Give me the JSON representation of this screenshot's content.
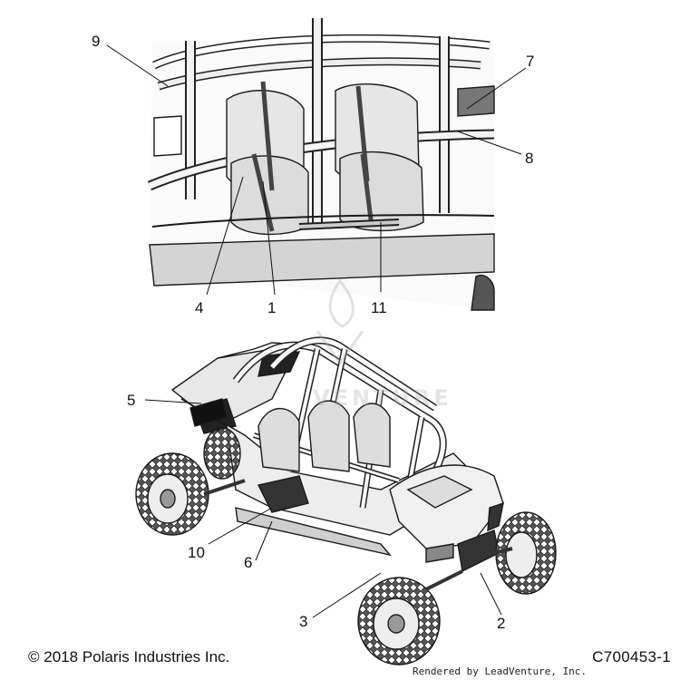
{
  "callouts": [
    {
      "id": "9",
      "label": "9"
    },
    {
      "id": "7",
      "label": "7"
    },
    {
      "id": "8",
      "label": "8"
    },
    {
      "id": "4",
      "label": "4"
    },
    {
      "id": "1",
      "label": "1"
    },
    {
      "id": "11",
      "label": "11"
    },
    {
      "id": "5",
      "label": "5"
    },
    {
      "id": "10",
      "label": "10"
    },
    {
      "id": "6",
      "label": "6"
    },
    {
      "id": "3",
      "label": "3"
    },
    {
      "id": "2",
      "label": "2"
    }
  ],
  "footer": {
    "copyright": "© 2018 Polaris Industries Inc.",
    "diagram_code": "C700453-1",
    "rendered_by": "Rendered by LeadVenture, Inc."
  },
  "watermark": {
    "text": "VENTURE"
  }
}
